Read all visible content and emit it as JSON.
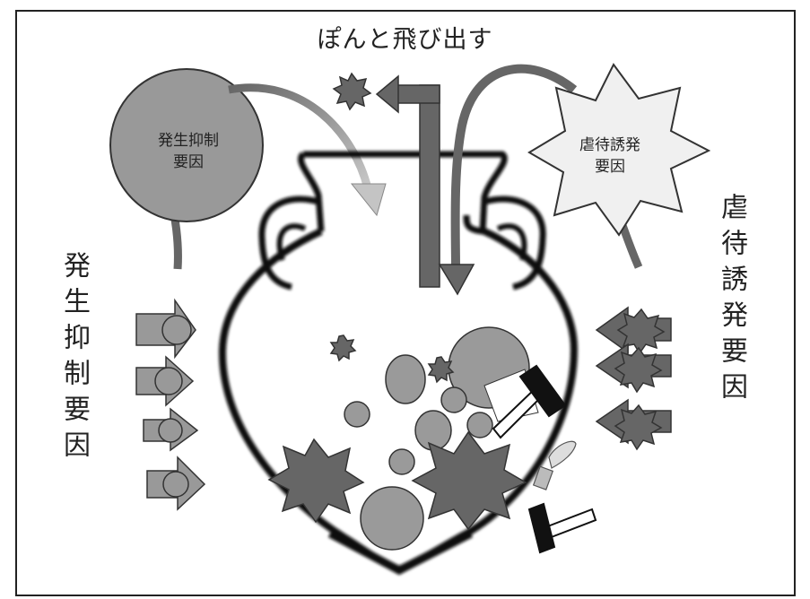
{
  "title": "ぽんと飛び出す",
  "left_vertical_label": "発生抑制要因",
  "right_vertical_label": "虐待誘発要因",
  "inhibit_circle": {
    "line1": "発生抑制",
    "line2": "要因"
  },
  "induce_star": {
    "line1": "虐待誘発",
    "line2": "要因"
  },
  "colors": {
    "dark_gray": "#666666",
    "mid_gray": "#9a9a9a",
    "light_gray": "#b8b8b8",
    "outline": "#111111",
    "star_fill": "#f0f0f0"
  }
}
